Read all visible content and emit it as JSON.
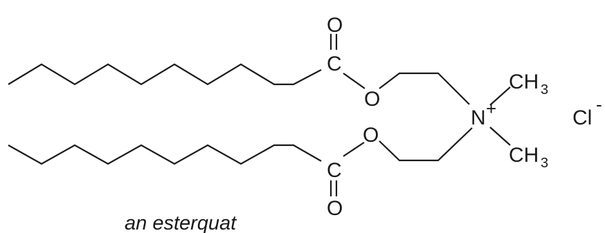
{
  "molecule": {
    "atoms": {
      "top_carbonyl_oxygen": "O",
      "top_carbonyl_carbon": "C",
      "top_ester_oxygen": "O",
      "bottom_ester_oxygen": "O",
      "bottom_carbonyl_carbon": "C",
      "bottom_carbonyl_oxygen": "O",
      "nitrogen": "N",
      "nitrogen_charge": "+",
      "top_methyl": "CH",
      "top_methyl_subscript": "3",
      "bottom_methyl": "CH",
      "bottom_methyl_subscript": "3",
      "counterion": "Cl",
      "counterion_charge": "-"
    },
    "caption": "an esterquat"
  },
  "colors": {
    "ink": "#1a1a1a",
    "background": "#ffffff"
  }
}
